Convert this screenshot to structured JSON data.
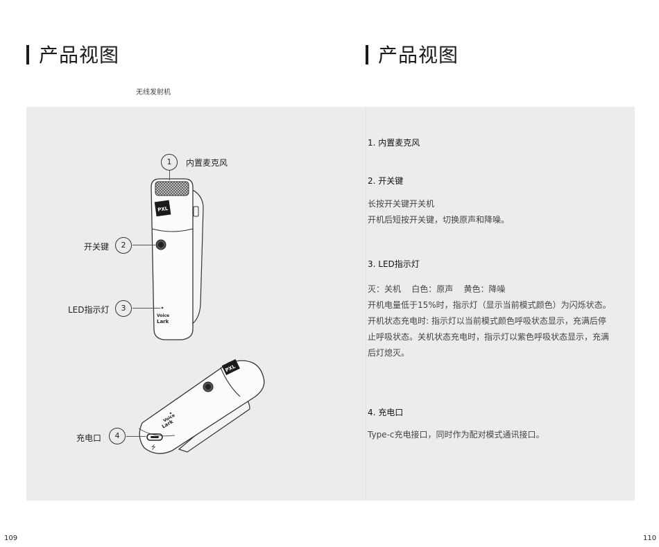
{
  "header": {
    "left_title": "产品视图",
    "right_title": "产品视图",
    "subtitle": "无线发射机"
  },
  "callouts": [
    {
      "number": "1",
      "label": "内置麦克风"
    },
    {
      "number": "2",
      "label": "开关键"
    },
    {
      "number": "3",
      "label": "LED指示灯"
    },
    {
      "number": "4",
      "label": "充电口"
    }
  ],
  "device": {
    "logo_text": "PXL",
    "brand_line1": "Voice",
    "brand_line2": "Lark"
  },
  "sections": [
    {
      "heading": "1. 内置麦克风",
      "lines": []
    },
    {
      "heading": "2. 开关键",
      "lines": [
        "长按开关键开关机",
        "开机后短按开关键，切换原声和降噪。"
      ]
    },
    {
      "heading": "3. LED指示灯",
      "lines": [
        "灭：关机    白色：原声    黄色：降噪",
        "开机电量低于15%时，指示灯（显示当前模式颜色）为闪烁状态。",
        "开机状态充电时: 指示灯以当前模式颜色呼吸状态显示，充满后停",
        "止呼吸状态。关机状态充电时，指示灯以紫色呼吸状态显示，充满",
        "后灯熄灭。"
      ]
    },
    {
      "heading": "4. 充电口",
      "lines": [
        "Type-c充电接口，同时作为配对模式通讯接口。"
      ]
    }
  ],
  "page_numbers": {
    "left": "109",
    "right": "110"
  }
}
